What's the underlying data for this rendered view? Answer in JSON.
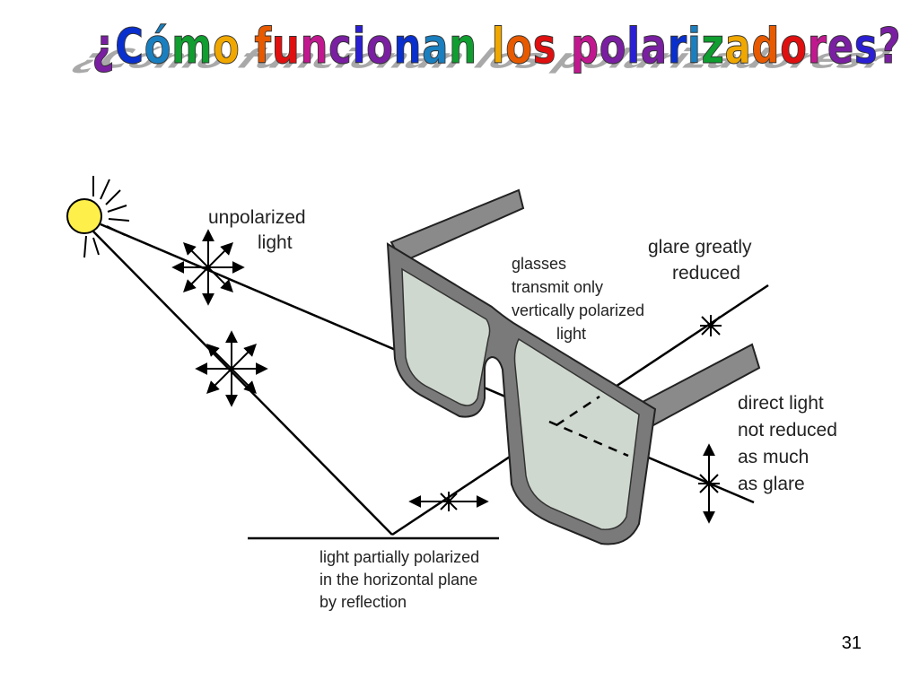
{
  "title": "¿Cómo funcionan los polarizadores?",
  "title_colors": [
    "#7a1fa2",
    "#0a2fcf",
    "#1a7fbf",
    "#0f9e2f",
    "#f0a800",
    "#e85a00",
    "#e01010",
    "#c2188f",
    "#7a1fa2",
    "#2b1fd4"
  ],
  "page_number": "31",
  "labels": {
    "unpolarized": [
      "unpolarized",
      "light"
    ],
    "glare": [
      "glare greatly",
      "reduced"
    ],
    "glasses": [
      "glasses",
      "transmit only",
      "vertically polarized",
      "light"
    ],
    "direct": [
      "direct light",
      "not reduced",
      "as much",
      "as glare"
    ],
    "reflection": [
      "light partially polarized",
      "in the horizontal plane",
      "by reflection"
    ]
  },
  "colors": {
    "sun": "#ffef4a",
    "lens": "#cfd8cf",
    "frame": "#777777",
    "ink": "#000000"
  },
  "icons": [
    "sun-icon",
    "sunglasses-icon",
    "polarization-star-icon"
  ]
}
